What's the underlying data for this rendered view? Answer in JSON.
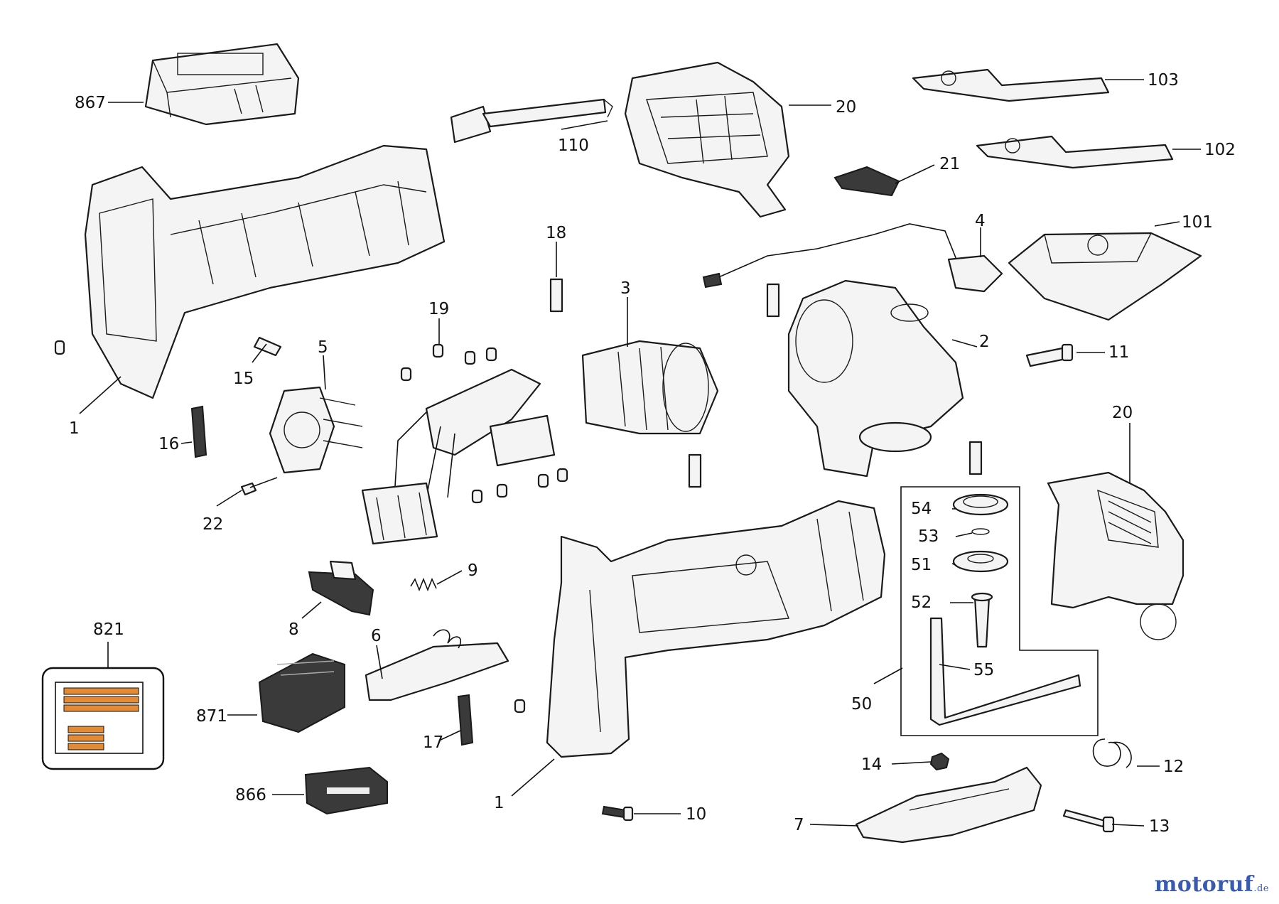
{
  "diagram": {
    "labels": [
      "867",
      "110",
      "20",
      "103",
      "102",
      "21",
      "4",
      "101",
      "18",
      "3",
      "19",
      "2",
      "11",
      "15",
      "5",
      "1",
      "16",
      "22",
      "20",
      "54",
      "53",
      "51",
      "52",
      "55",
      "50",
      "9",
      "8",
      "821",
      "6",
      "871",
      "17",
      "1",
      "14",
      "12",
      "7",
      "13",
      "866",
      "10"
    ]
  },
  "kit_box": {
    "bar_color": "#e28a36",
    "frame_color": "#111111"
  },
  "watermark": {
    "brand": "motoruf",
    "suffix": ".de"
  }
}
